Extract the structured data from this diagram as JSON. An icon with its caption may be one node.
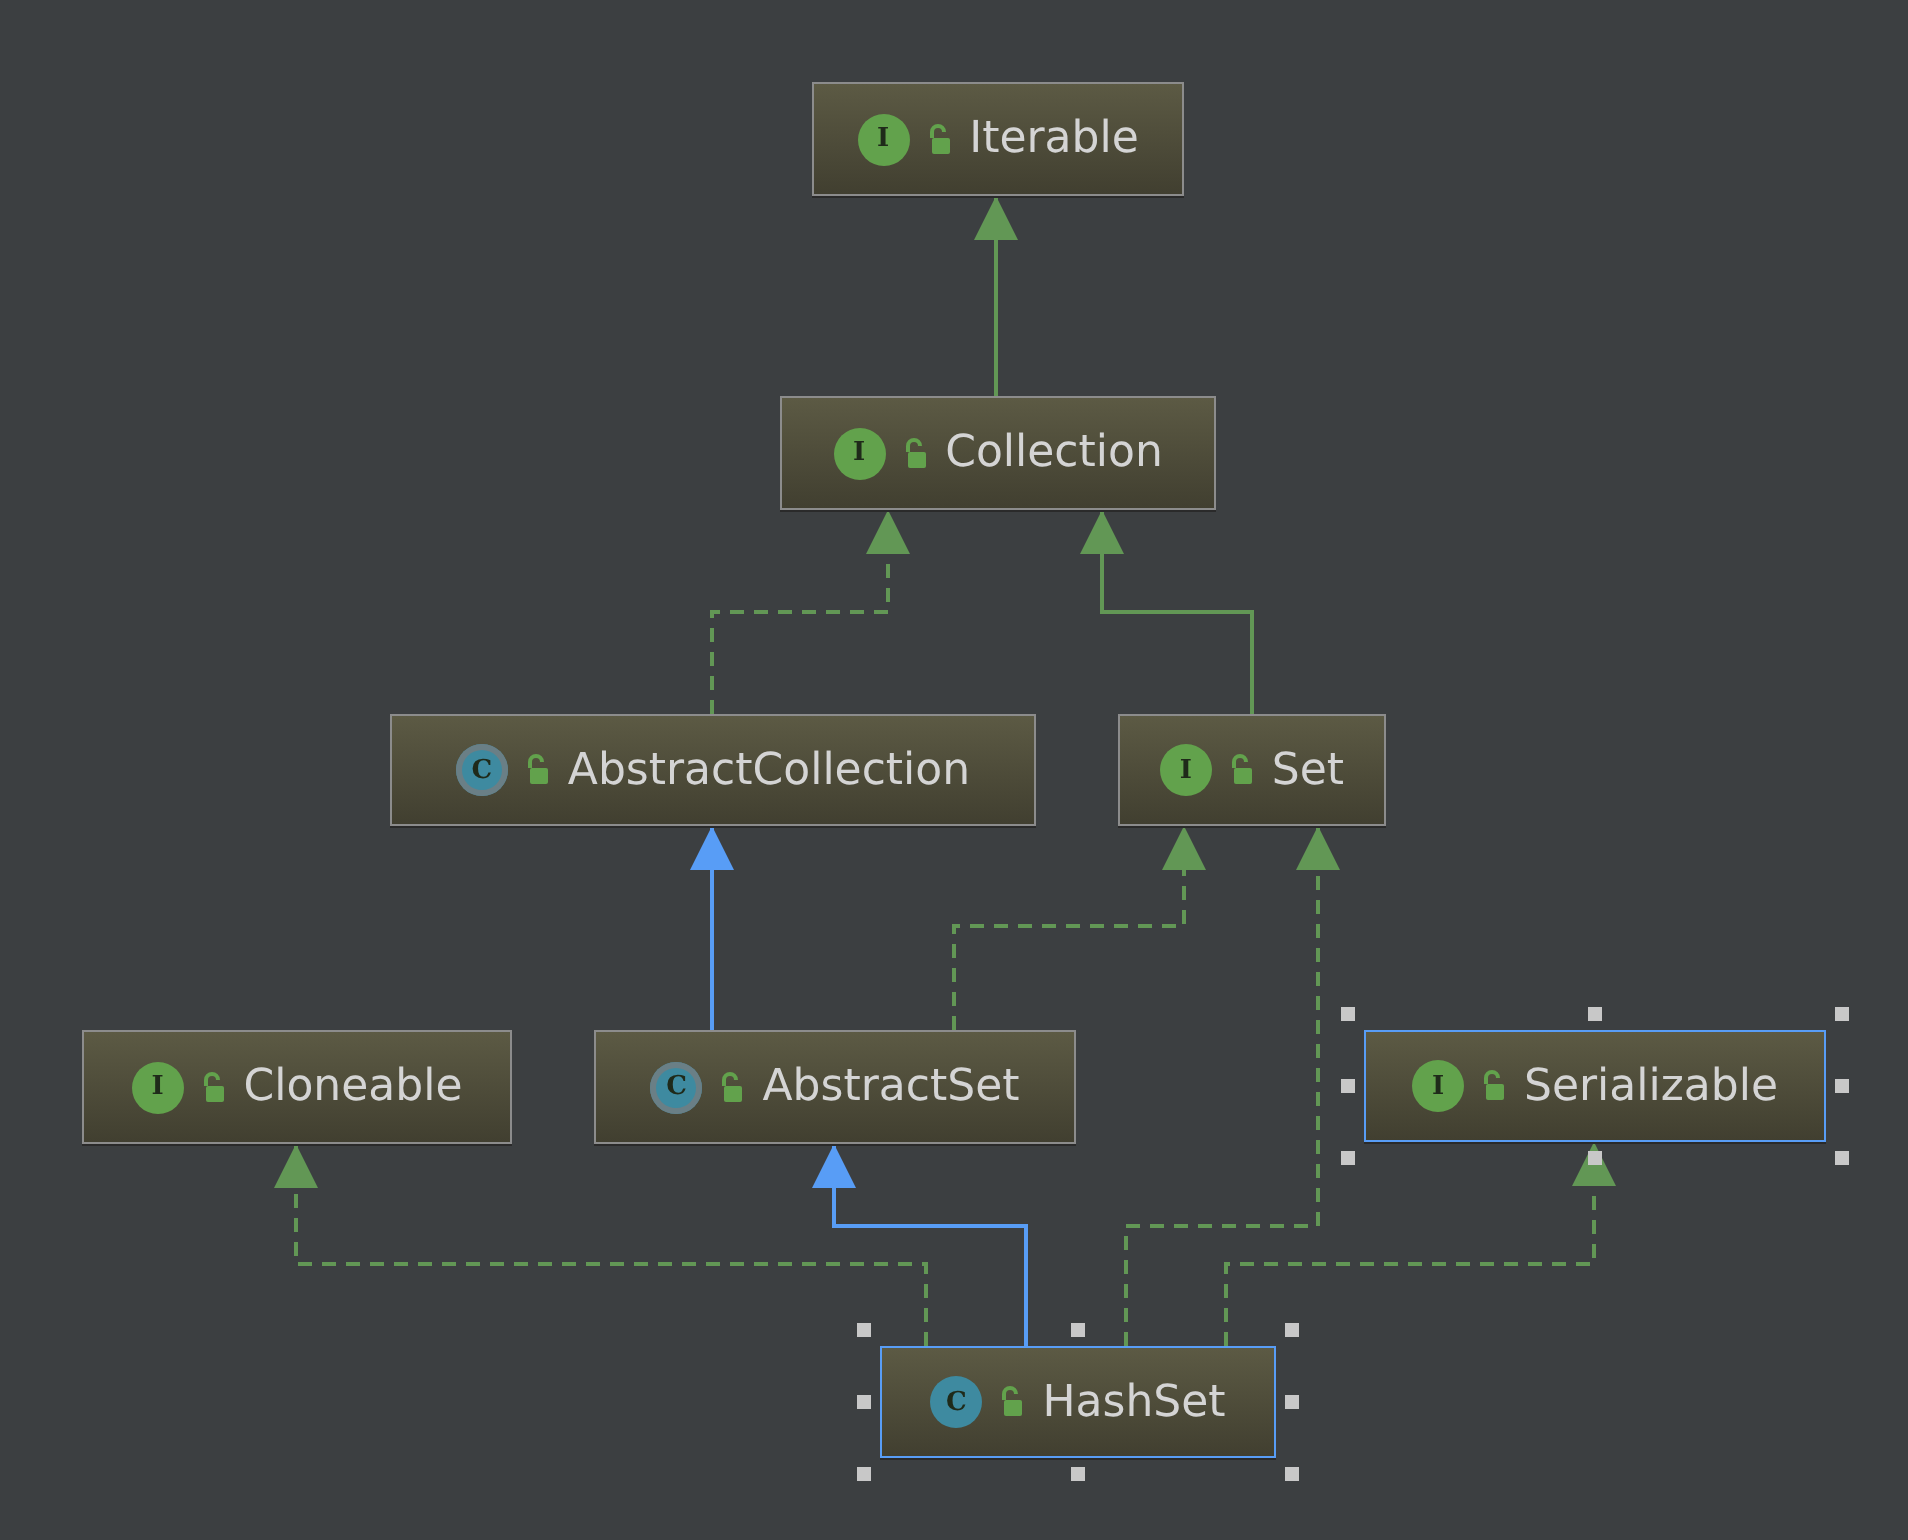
{
  "diagram": {
    "nodes": [
      {
        "text": [
          "I",
          "Iterable"
        ]
      },
      {
        "text": [
          "I",
          "Collection"
        ]
      },
      {
        "text": [
          "C",
          "AbstractCollection"
        ]
      },
      {
        "text": [
          "I",
          "Set"
        ]
      },
      {
        "text": [
          "I",
          "Cloneable"
        ]
      },
      {
        "text": [
          "C",
          "AbstractSet"
        ]
      },
      {
        "text": [
          "I",
          "Serializable"
        ]
      },
      {
        "text": [
          "C",
          "HashSet"
        ]
      }
    ],
    "edges": [
      {
        "from": 1,
        "to": 0,
        "arrow": "to"
      },
      {
        "from": 2,
        "to": 1,
        "arrow": "to",
        "style": "dashed"
      },
      {
        "from": 3,
        "to": 1,
        "arrow": "to"
      },
      {
        "from": 5,
        "to": 2,
        "arrow": "to",
        "color": "#589df6"
      },
      {
        "from": 5,
        "to": 3,
        "arrow": "to",
        "style": "dashed"
      },
      {
        "from": 7,
        "to": 4,
        "arrow": "to",
        "style": "dashed"
      },
      {
        "from": 7,
        "to": 5,
        "arrow": "to",
        "color": "#589df6"
      },
      {
        "from": 7,
        "to": 3,
        "arrow": "to",
        "style": "dashed"
      },
      {
        "from": 7,
        "to": 6,
        "arrow": "to",
        "style": "dashed"
      }
    ]
  }
}
